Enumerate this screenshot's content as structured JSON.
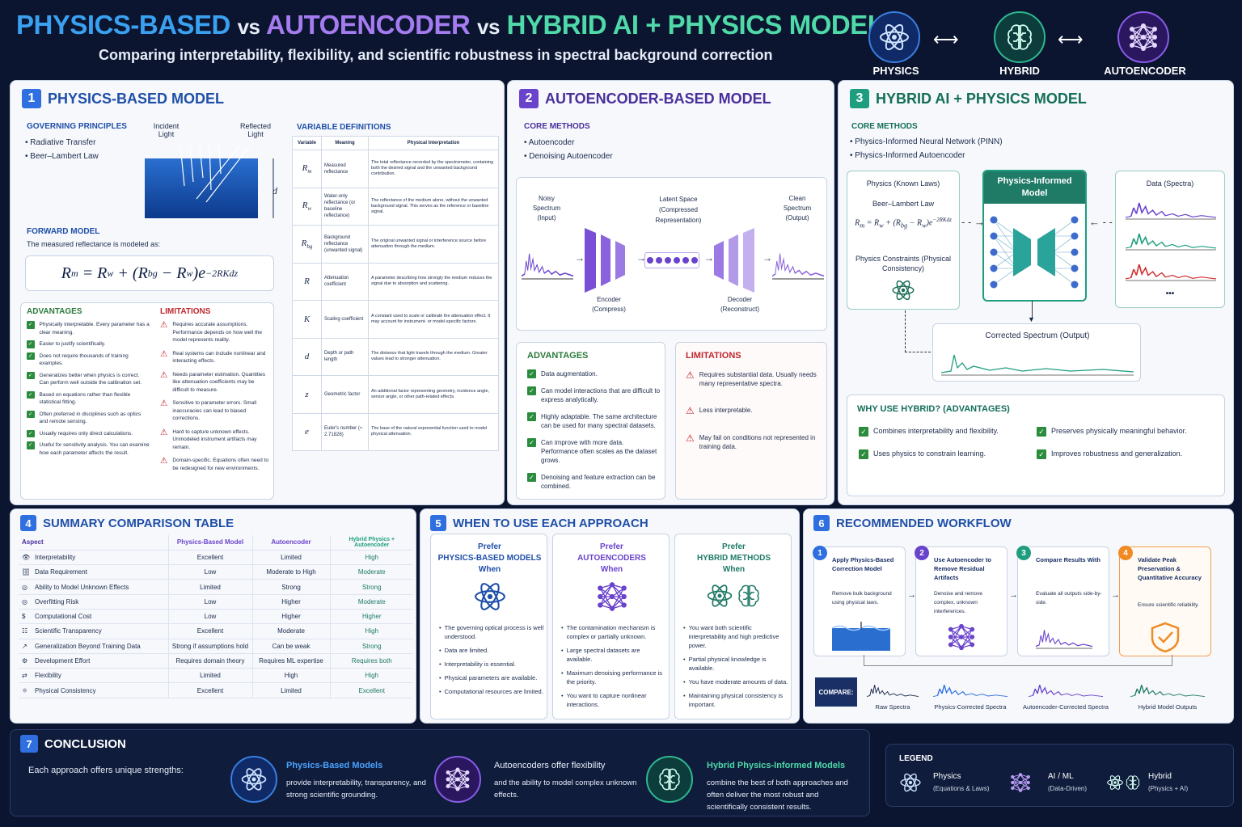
{
  "header": {
    "title_part1": "PHYSICS-BASED",
    "title_vs1": "vs",
    "title_part2": "AUTOENCODER",
    "title_vs2": "vs",
    "title_part3": "HYBRID AI + PHYSICS MODELS",
    "subtitle": "Comparing interpretability, flexibility, and scientific robustness in spectral background correction",
    "icons": [
      {
        "label": "PHYSICS",
        "icon": "atom-icon"
      },
      {
        "label": "HYBRID",
        "icon": "brain-icon"
      },
      {
        "label": "AUTOENCODER",
        "icon": "network-icon"
      }
    ]
  },
  "colors": {
    "physics": "#2f7fe0",
    "autoencoder": "#7a4fd6",
    "hybrid": "#1f9e7f",
    "navy": "#1a2f66"
  },
  "p1": {
    "num": "1",
    "title": "PHYSICS-BASED MODEL",
    "gov_title": "GOVERNING PRINCIPLES",
    "gov_items": [
      "Radiative Transfer",
      "Beer–Lambert Law"
    ],
    "incident": "Incident Light",
    "reflected": "Reflected Light",
    "d": "d",
    "fwd_title": "FORWARD MODEL",
    "fwd_desc": "The measured reflectance is modeled as:",
    "var_title": "VARIABLE DEFINITIONS",
    "var_headers": [
      "Variable",
      "Meaning",
      "Physical Interpretation"
    ],
    "vars": [
      {
        "v": "Rm",
        "m": "Measured reflectance",
        "p": "The total reflectance recorded by the spectrometer, containing both the desired signal and the unwanted background contribution."
      },
      {
        "v": "Rw",
        "m": "Water-only reflectance (or baseline reflectance)",
        "p": "The reflectance of the medium alone, without the unwanted background signal. This serves as the reference or baseline signal."
      },
      {
        "v": "Rbg",
        "m": "Background reflectance (unwanted signal)",
        "p": "The original unwanted signal or interference source before attenuation through the medium."
      },
      {
        "v": "R",
        "m": "Attenuation coefficient",
        "p": "A parameter describing how strongly the medium reduces the signal due to absorption and scattering."
      },
      {
        "v": "K",
        "m": "Scaling coefficient",
        "p": "A constant used to scale or calibrate the attenuation effect. It may account for instrument- or model-specific factors."
      },
      {
        "v": "d",
        "m": "Depth or path length",
        "p": "The distance that light travels through the medium. Greater values lead to stronger attenuation."
      },
      {
        "v": "z",
        "m": "Geometric factor",
        "p": "An additional factor representing geometry, incidence angle, sensor angle, or other path-related effects."
      },
      {
        "v": "e",
        "m": "Euler's number (≈ 2.71828)",
        "p": "The base of the natural exponential function used to model physical attenuation."
      }
    ],
    "adv_title": "ADVANTAGES",
    "adv": [
      "Physically interpretable. Every parameter has a clear meaning.",
      "Easier to justify scientifically.",
      "Does not require thousands of training examples.",
      "Generalizes better when physics is correct. Can perform well outside the calibration set.",
      "Based on equations rather than flexible statistical fitting.",
      "Often preferred in disciplines such as optics and remote sensing.",
      "Usually requires only direct calculations.",
      "Useful for sensitivity analysis. You can examine how each parameter affects the result."
    ],
    "lim_title": "LIMITATIONS",
    "lim": [
      "Requires accurate assumptions. Performance depends on how well the model represents reality.",
      "Real systems can include nonlinear and interacting effects.",
      "Needs parameter estimation. Quantities like attenuation coefficients may be difficult to measure.",
      "Sensitive to parameter errors. Small inaccuracies can lead to biased corrections.",
      "Hard to capture unknown effects. Unmodeled instrument artifacts may remain.",
      "Domain-specific. Equations often need to be redesigned for new environments."
    ]
  },
  "p2": {
    "num": "2",
    "title": "AUTOENCODER-BASED MODEL",
    "core_title": "CORE METHODS",
    "core": [
      "Autoencoder",
      "Denoising Autoencoder"
    ],
    "noisy": "Noisy Spectrum (Input)",
    "latent": "Latent Space",
    "latent_sub": "(Compressed Representation)",
    "clean": "Clean Spectrum (Output)",
    "encoder": "Encoder",
    "encoder_sub": "(Compress)",
    "decoder": "Decoder",
    "decoder_sub": "(Reconstruct)",
    "adv_title": "ADVANTAGES",
    "adv": [
      "Data augmentation.",
      "Can model interactions that are difficult to express analytically.",
      "Highly adaptable. The same architecture can be used for many spectral datasets.",
      "Can improve with more data. Performance often scales as the dataset grows.",
      "Denoising and feature extraction can be combined."
    ],
    "lim_title": "LIMITATIONS",
    "lim": [
      "Requires substantial data. Usually needs many representative spectra.",
      "Less interpretable.",
      "May fail on conditions not represented in training data."
    ]
  },
  "p3": {
    "num": "3",
    "title": "HYBRID AI + PHYSICS MODEL",
    "core_title": "CORE METHODS",
    "core": [
      "Physics-Informed Neural Network (PINN)",
      "Physics-Informed Autoencoder"
    ],
    "known": "Physics (Known Laws)",
    "bl": "Beer–Lambert Law",
    "constraints": "Physics Constraints (Physical Consistency)",
    "pim": "Physics-Informed Model",
    "data": "Data (Spectra)",
    "dots": "•••",
    "corrected": "Corrected Spectrum (Output)",
    "why_title": "WHY USE HYBRID? (ADVANTAGES)",
    "why": [
      "Combines interpretability and flexibility.",
      "Preserves physically meaningful behavior.",
      "Uses physics to constrain learning.",
      "Improves robustness and generalization."
    ]
  },
  "p4": {
    "num": "4",
    "title": "SUMMARY COMPARISON TABLE",
    "headers": [
      "Aspect",
      "Physics-Based Model",
      "Autoencoder",
      "Hybrid Physics + Autoencoder"
    ],
    "rows": [
      [
        "Interpretability",
        "Excellent",
        "Limited",
        "High"
      ],
      [
        "Data Requirement",
        "Low",
        "Moderate to High",
        "Moderate"
      ],
      [
        "Ability to Model Unknown Effects",
        "Limited",
        "Strong",
        "Strong"
      ],
      [
        "Overfitting Risk",
        "Low",
        "Higher",
        "Moderate"
      ],
      [
        "Computational Cost",
        "Low",
        "Higher",
        "Higher"
      ],
      [
        "Scientific Transparency",
        "Excellent",
        "Moderate",
        "High"
      ],
      [
        "Generalization Beyond Training Data",
        "Strong if assumptions hold",
        "Can be weak",
        "Strong"
      ],
      [
        "Development Effort",
        "Requires domain theory",
        "Requires ML expertise",
        "Requires both"
      ],
      [
        "Flexibility",
        "Limited",
        "High",
        "High"
      ],
      [
        "Physical Consistency",
        "Excellent",
        "Limited",
        "Excellent"
      ]
    ]
  },
  "p5": {
    "num": "5",
    "title": "WHEN TO USE EACH APPROACH",
    "cols": [
      {
        "prefer": "Prefer",
        "what": "PHYSICS-BASED MODELS",
        "when": "When",
        "items": [
          "The governing optical process is well understood.",
          "Data are limited.",
          "Interpretability is essential.",
          "Physical parameters are available.",
          "Computational resources are limited."
        ]
      },
      {
        "prefer": "Prefer",
        "what": "AUTOENCODERS",
        "when": "When",
        "items": [
          "The contamination mechanism is complex or partially unknown.",
          "Large spectral datasets are available.",
          "Maximum denoising performance is the priority.",
          "You want to capture nonlinear interactions."
        ]
      },
      {
        "prefer": "Prefer",
        "what": "HYBRID METHODS",
        "when": "When",
        "items": [
          "You want both scientific interpretability and high predictive power.",
          "Partial physical knowledge is available.",
          "You have moderate amounts of data.",
          "Maintaining physical consistency is important."
        ]
      }
    ]
  },
  "p6": {
    "num": "6",
    "title": "RECOMMENDED WORKFLOW",
    "steps": [
      {
        "n": "1",
        "title": "Apply Physics-Based Correction Model",
        "desc": "Remove bulk background using physical laws."
      },
      {
        "n": "2",
        "title": "Use Autoencoder to Remove Residual Artifacts",
        "desc": "Denoise and remove complex, unknown interferences."
      },
      {
        "n": "3",
        "title": "Compare Results With",
        "desc": "Evaluate all outputs side-by-side."
      },
      {
        "n": "4",
        "title": "Validate Peak Preservation & Quantitative Accuracy",
        "desc": "Ensure scientific reliability."
      }
    ],
    "compare": "COMPARE:",
    "outputs": [
      "Raw Spectra",
      "Physics-Corrected Spectra",
      "Autoencoder-Corrected Spectra",
      "Hybrid Model Outputs"
    ]
  },
  "p7": {
    "num": "7",
    "title": "CONCLUSION",
    "intro": "Each approach offers unique strengths:",
    "items": [
      {
        "title": "Physics-Based Models",
        "desc": "provide interpretability, transparency, and strong scientific grounding."
      },
      {
        "title": "",
        "desc_lead": "Autoencoders offer flexibility",
        "desc": "and the ability to model complex unknown effects."
      },
      {
        "title": "Hybrid Physics-Informed Models",
        "desc": "combine the best of both approaches and often deliver the most robust and scientifically consistent results."
      }
    ]
  },
  "legend": {
    "title": "LEGEND",
    "items": [
      {
        "label": "Physics",
        "sub": "(Equations & Laws)"
      },
      {
        "label": "AI / ML",
        "sub": "(Data-Driven)"
      },
      {
        "label": "Hybrid",
        "sub": "(Physics + AI)"
      }
    ]
  }
}
